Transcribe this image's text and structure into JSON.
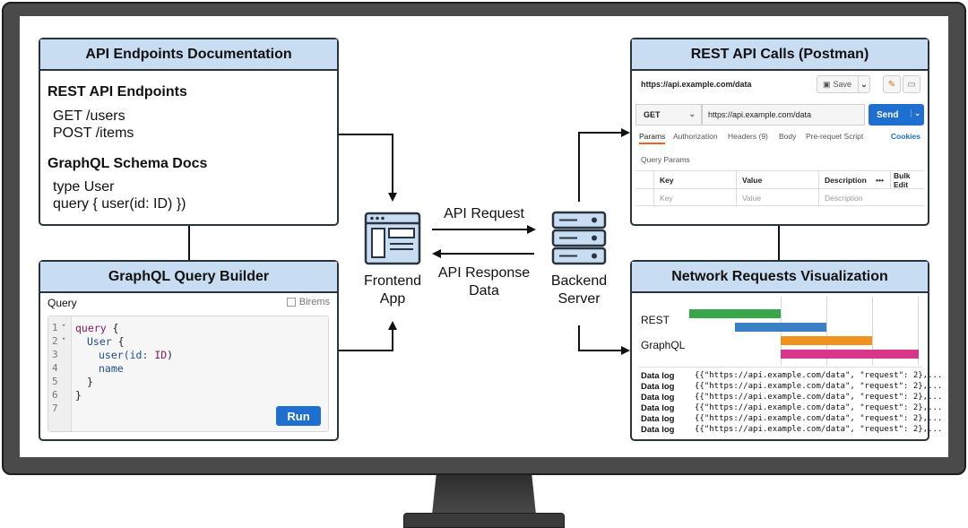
{
  "doc_panel": {
    "title": "API Endpoints Documentation",
    "rest_heading": "REST API Endpoints",
    "rest_lines": [
      "GET /users",
      "POST /items"
    ],
    "graphql_heading": "GraphQL Schema Docs",
    "graphql_lines": [
      "type User",
      "query { user(id: ID) })"
    ]
  },
  "query_builder": {
    "title": "GraphQL Query Builder",
    "label": "Query",
    "checkbox_label": "Birems",
    "line_numbers": [
      "1",
      "2",
      "3",
      "4",
      "5",
      "6",
      "7"
    ],
    "code": {
      "l1_kw": "query",
      "l1_p": " {",
      "l2_fld": "User",
      "l2_p": " {",
      "l3_fld": "user(id: ",
      "l3_kw": "ID",
      "l3_p": ")",
      "l4_fld": "name",
      "l5_p": "}",
      "l6_p": "}"
    },
    "run_label": "Run"
  },
  "postman": {
    "title": "REST API Calls (Postman)",
    "url_top": "https://api.example.com/data",
    "save_label": "Save",
    "method": "GET",
    "url": "https://api.example.com/data",
    "send_label": "Send",
    "tabs": [
      "Params",
      "Authorization",
      "Headers (9)",
      "Body",
      "Pre-requet Script"
    ],
    "cookies_label": "Cookies",
    "query_params_label": "Query Params",
    "table_headers": [
      "Key",
      "Value",
      "Description",
      "•••",
      "Bulk Edit"
    ],
    "table_placeholders": [
      "Key",
      "Value",
      "Description"
    ]
  },
  "network_viz": {
    "title": "Network Requests Visualization",
    "row_labels": [
      "REST",
      "GraphQL"
    ],
    "bars": [
      {
        "color": "#3aa64a",
        "start": 0.0,
        "end": 0.4
      },
      {
        "color": "#3b7fc4",
        "start": 0.2,
        "end": 0.6
      },
      {
        "color": "#f0921e",
        "start": 0.4,
        "end": 0.8
      },
      {
        "color": "#d8368a",
        "start": 0.4,
        "end": 1.0
      }
    ],
    "log_name": "Data log",
    "log_entries": [
      "{{\"https://api.example.com/data\", \"request\": 2},...",
      "{{\"https://api.example.com/data\", \"request\": 2},...",
      "{{\"https://api.example.com/data\", \"request\": 2},...",
      "{{\"https://api.example.com/data\", \"request\": 2},...",
      "{{\"https://api.example.com/data\", \"request\": 2},...",
      "{{\"https://api.example.com/data\", \"request\": 2},..."
    ]
  },
  "frontend_label": "Frontend\nApp",
  "backend_label": "Backend\nServer",
  "request_label": "API Request",
  "response_label": "API Response\nData"
}
